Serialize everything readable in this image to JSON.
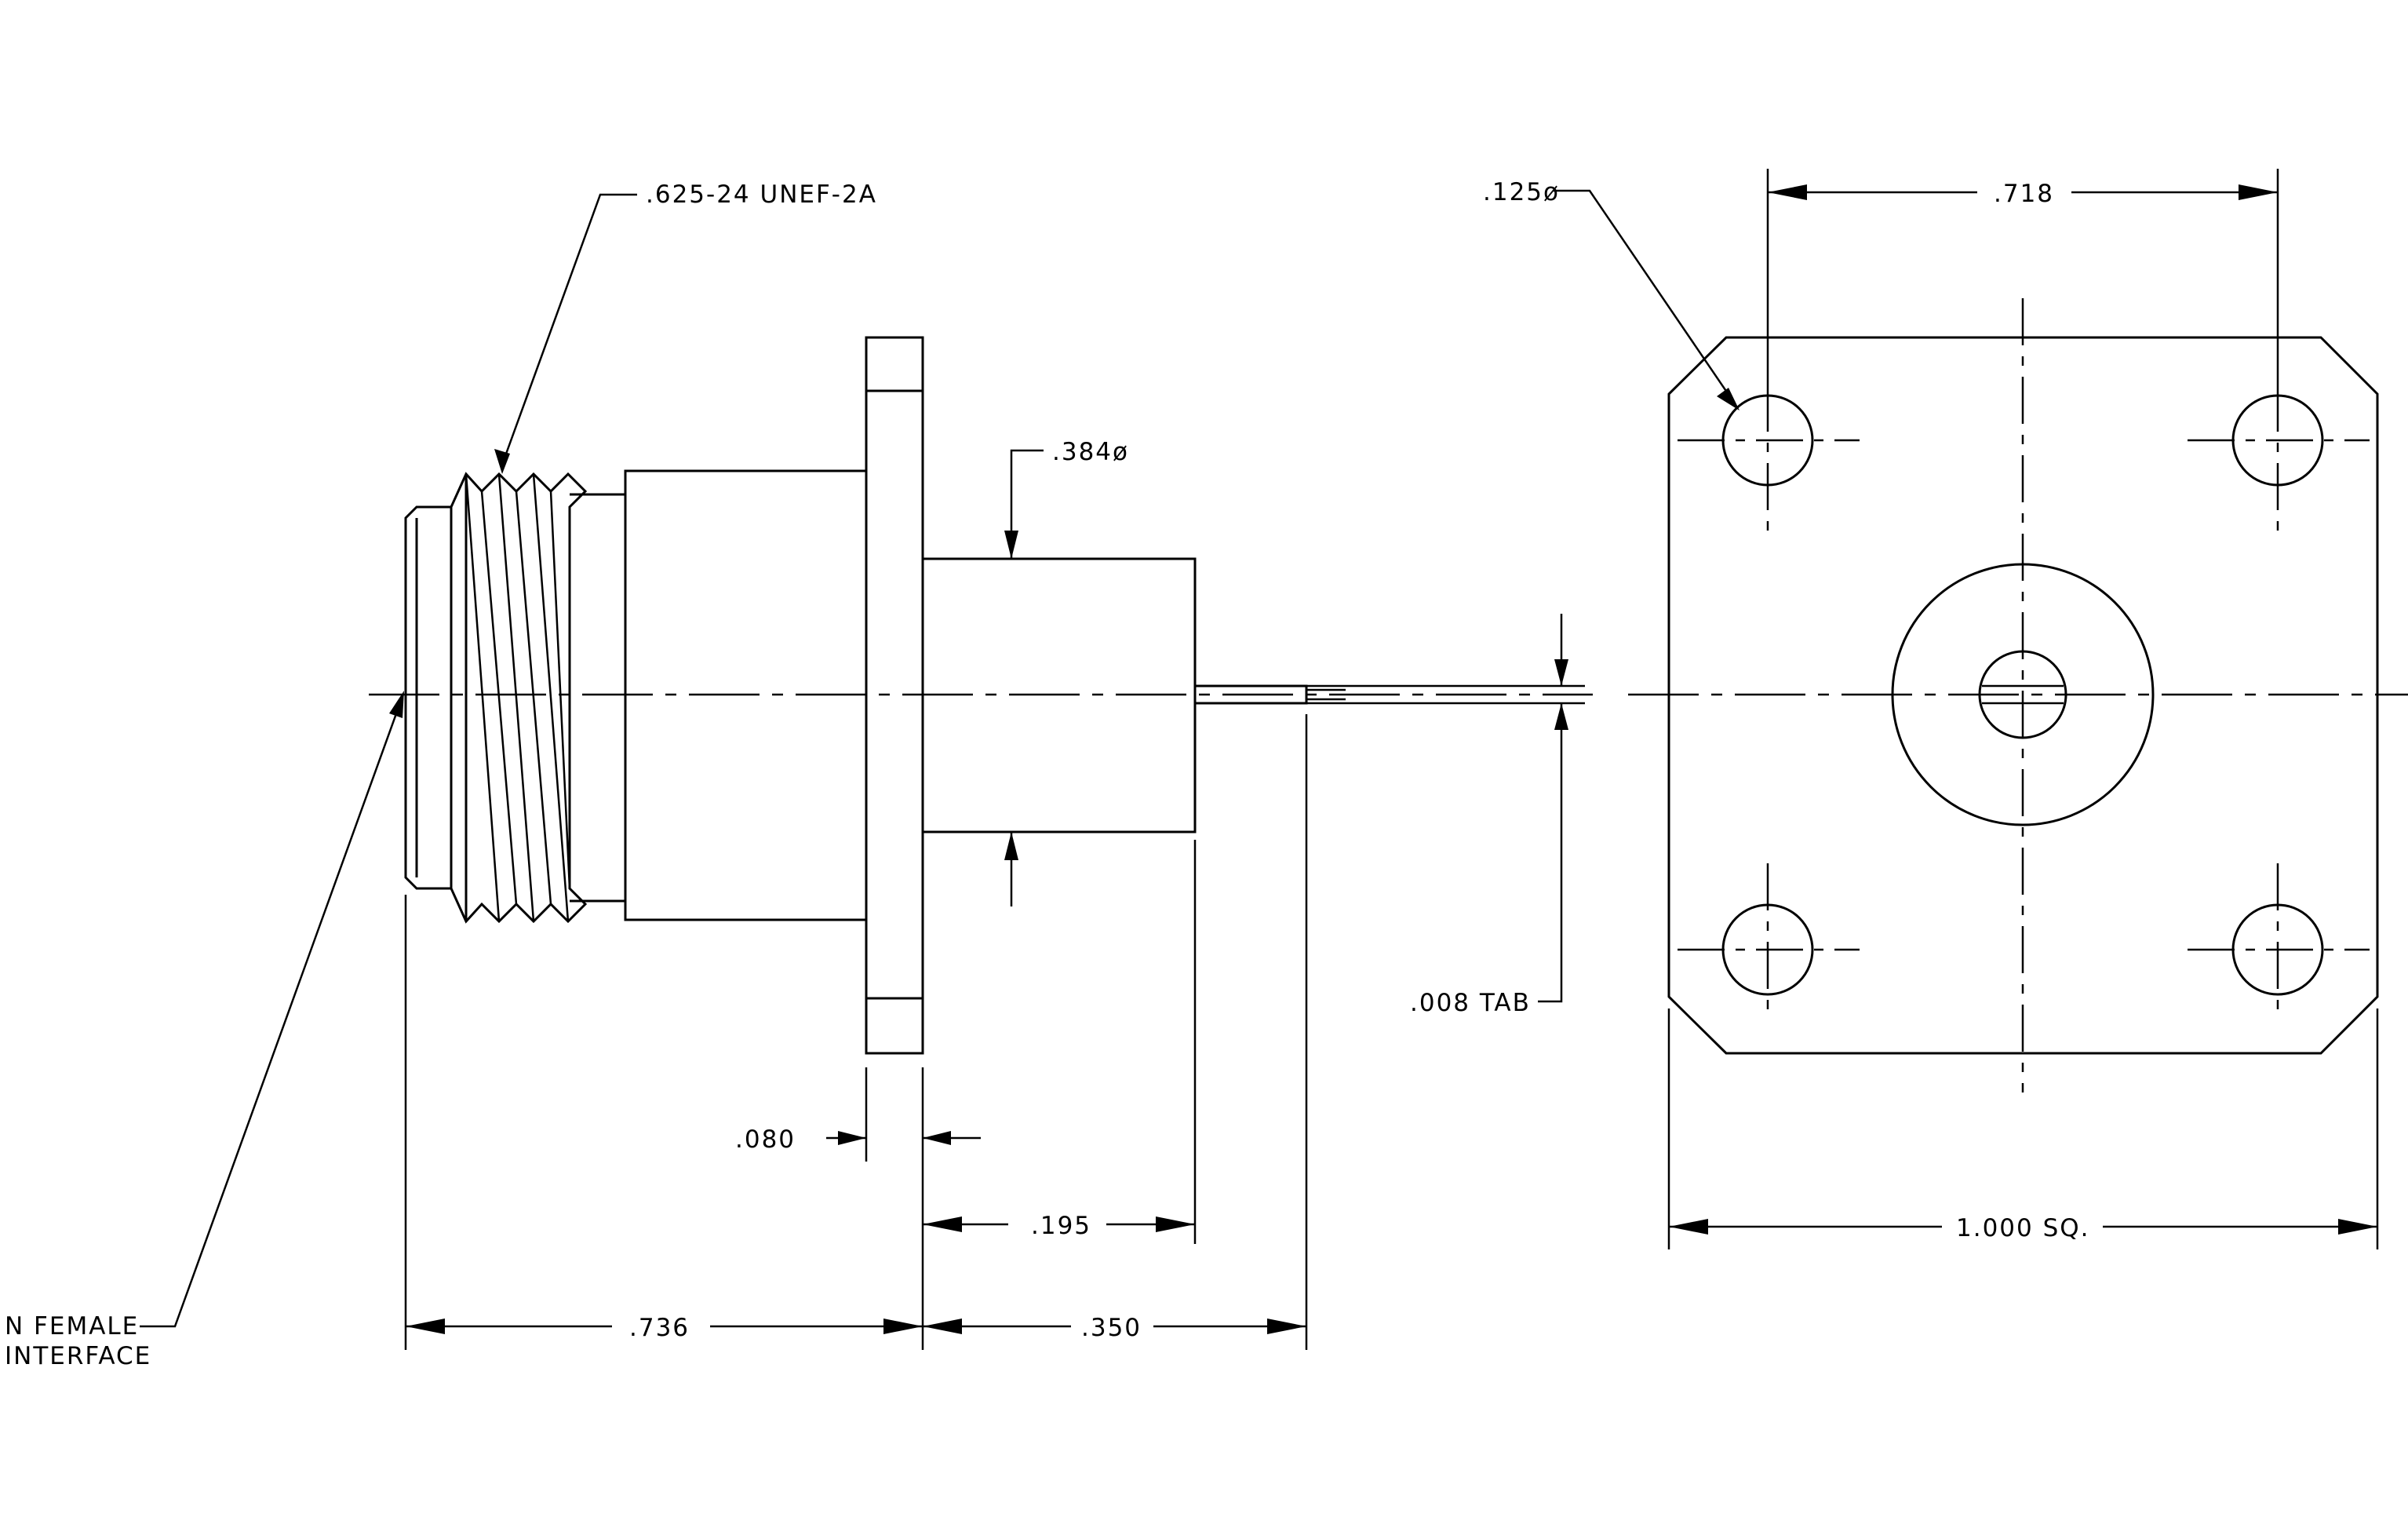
{
  "drawing": {
    "side_view": {
      "thread_callout": ".625-24 UNEF-2A",
      "body_diameter": ".384ø",
      "interface_label_line1": "N FEMALE",
      "interface_label_line2": "INTERFACE",
      "flange_thickness": ".080",
      "body_length": ".195",
      "front_length": ".736",
      "rear_length": ".350",
      "tab_thickness": ".008 TAB"
    },
    "front_view": {
      "hole_diameter": ".125ø",
      "hole_spacing": ".718",
      "flange_size": "1.000 SQ."
    }
  }
}
